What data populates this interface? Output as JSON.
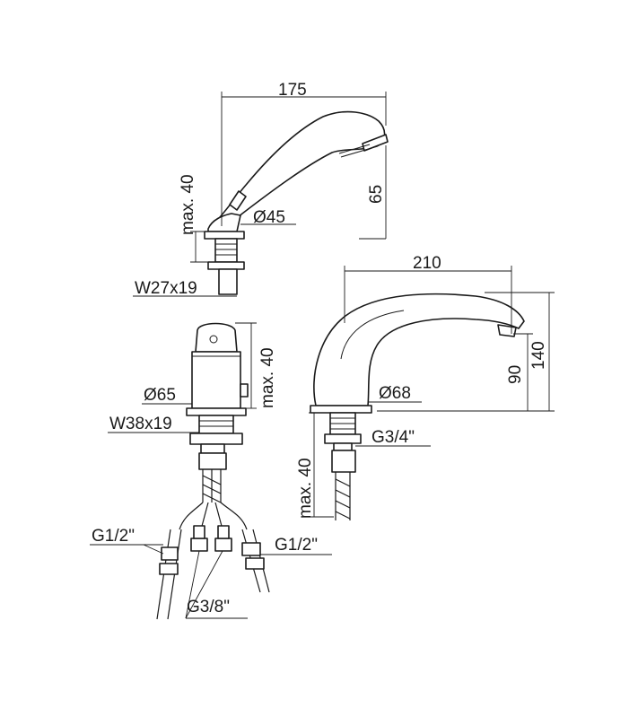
{
  "hand_shower": {
    "dim_length": "175",
    "dim_height": "65",
    "dim_max": "max. 40",
    "dim_diameter": "Ø45",
    "dim_thread": "W27x19"
  },
  "mixer": {
    "dim_max": "max. 40",
    "dim_diameter": "Ø65",
    "dim_thread": "W38x19",
    "hose_left": "G1/2\"",
    "hose_right": "G1/2\"",
    "hose_center": "G3/8\""
  },
  "spout": {
    "dim_length": "210",
    "dim_outlet": "90",
    "dim_height": "140",
    "dim_diameter": "Ø68",
    "dim_thread": "G3/4\"",
    "dim_max": "max. 40"
  }
}
